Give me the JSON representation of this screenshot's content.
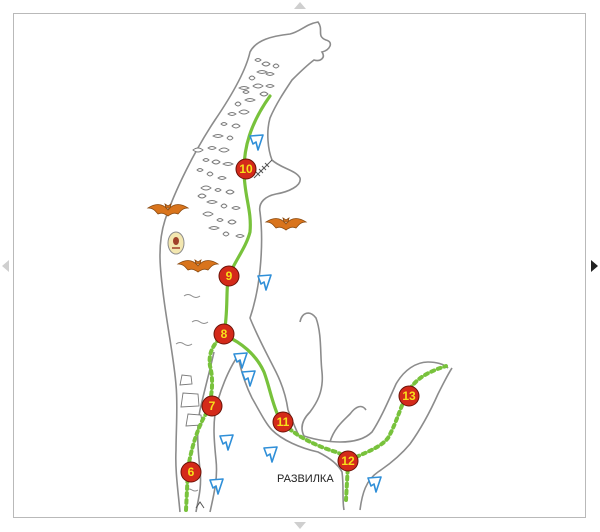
{
  "colors": {
    "outline": "#8c8c8c",
    "route": "#78c23c",
    "waypoint_fill": "#d42a1a",
    "waypoint_text": "#f7e11a",
    "bat": "#d9741c",
    "stalactite": "#2f8fd8"
  },
  "map": {
    "junction_label": "РАЗВИЛКА",
    "waypoints": [
      {
        "id": "wp-6",
        "label": "6"
      },
      {
        "id": "wp-7",
        "label": "7"
      },
      {
        "id": "wp-8",
        "label": "8"
      },
      {
        "id": "wp-9",
        "label": "9"
      },
      {
        "id": "wp-10",
        "label": "10"
      },
      {
        "id": "wp-11",
        "label": "11"
      },
      {
        "id": "wp-12",
        "label": "12"
      },
      {
        "id": "wp-13",
        "label": "13"
      }
    ],
    "icons": [
      "bat-icon",
      "stalactite-icon",
      "rock-debris-icon",
      "cave-figure-icon",
      "nav-arrow-icon"
    ]
  }
}
